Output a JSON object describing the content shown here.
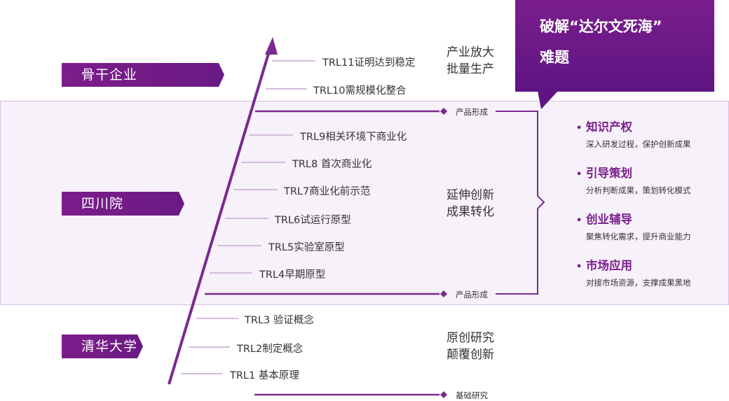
{
  "organizations": {
    "top": "骨干企业",
    "middle": "四川院",
    "bottom": "清华大学"
  },
  "trl_levels": [
    "TRL11证明达到稳定",
    "TRL10需规模化整合",
    "TRL9相关环境下商业化",
    "TRL8 首次商业化",
    "TRL7商业化前示范",
    "TRL6试运行原型",
    "TRL5实验室原型",
    "TRL4早期原型",
    "TRL3 验证概念",
    "TRL2制定概念",
    "TRL1 基本原理"
  ],
  "phases": {
    "top": [
      "产业放大",
      "批量生产"
    ],
    "middle": [
      "延伸创新",
      "成果转化"
    ],
    "bottom": [
      "原创研究",
      "颠覆创新"
    ]
  },
  "markers": {
    "upper": "产品形成",
    "lower": "产品形成",
    "bottom": "基础研究"
  },
  "callout": {
    "line1": "破解“达尔文死海”",
    "line2": "难题"
  },
  "services": [
    {
      "title": "知识产权",
      "desc": "深入研发过程，保护创新成果"
    },
    {
      "title": "引导策划",
      "desc": "分析判断成果，策划转化模式"
    },
    {
      "title": "创业辅导",
      "desc": "聚焦转化需求，提升商业能力"
    },
    {
      "title": "市场应用",
      "desc": "对接市场资源，支撑成果黑地"
    }
  ],
  "bullet_symbol": "•",
  "colors": {
    "accent": "#7a1e8c",
    "arrow": "#7a2a8e",
    "band_fill": "#f7f1fa",
    "band_border": "#d7c2e2",
    "tick": "#c9a8d3"
  }
}
